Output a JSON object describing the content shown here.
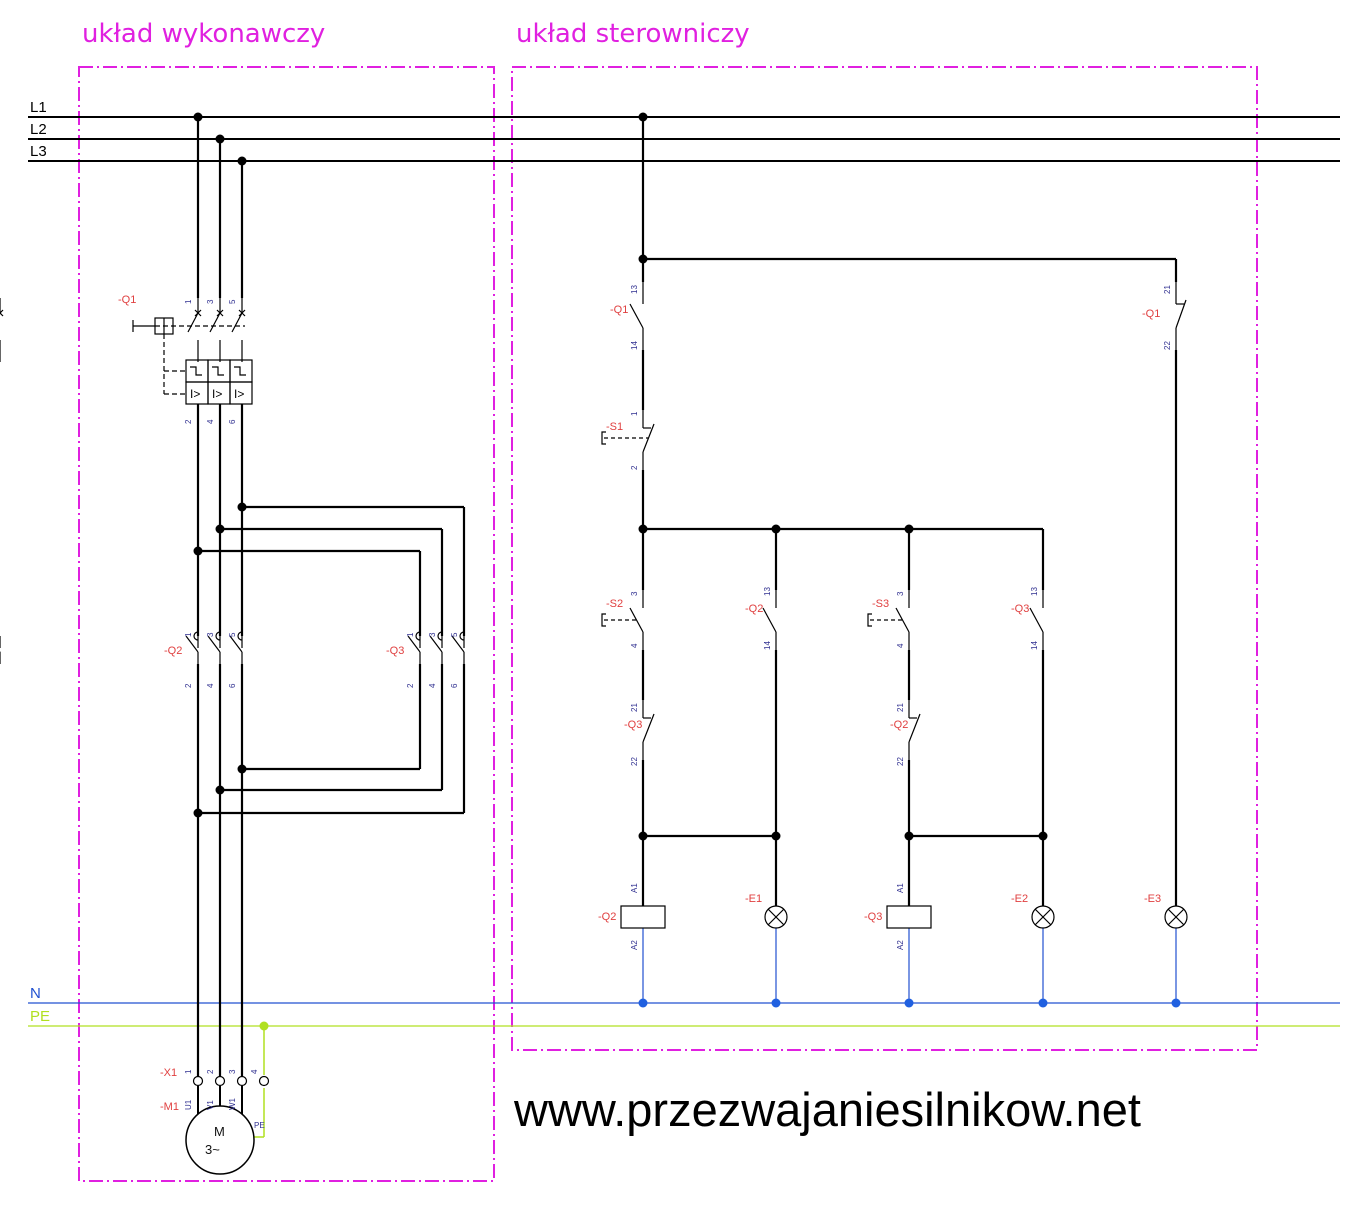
{
  "sections": {
    "power": "układ wykonawczy",
    "control": "układ sterowniczy"
  },
  "rails": [
    "L1",
    "L2",
    "L3",
    "N",
    "PE"
  ],
  "refs": {
    "power_breaker": "-Q1",
    "power_q2": "-Q2",
    "power_q3": "-Q3",
    "terminal": "-X1",
    "motor": "-M1",
    "ctrl_q1_no": "-Q1",
    "ctrl_q1_nc": "-Q1",
    "s1": "-S1",
    "s2": "-S2",
    "q2_aux": "-Q2",
    "s3": "-S3",
    "q3_aux": "-Q3",
    "q3_nc": "-Q3",
    "q2_nc": "-Q2",
    "coil_q2": "-Q2",
    "coil_q3": "-Q3",
    "e1": "-E1",
    "e2": "-E2",
    "e3": "-E3"
  },
  "terminals": {
    "q1_top": [
      "1",
      "3",
      "5"
    ],
    "q1_bot": [
      "2",
      "4",
      "6"
    ],
    "q2_top": [
      "1",
      "3",
      "5"
    ],
    "q2_bot": [
      "2",
      "4",
      "6"
    ],
    "q3_top": [
      "1",
      "3",
      "5"
    ],
    "q3_bot": [
      "2",
      "4",
      "6"
    ],
    "x1": [
      "1",
      "2",
      "3",
      "4"
    ],
    "motor": [
      "U1",
      "V1",
      "W1",
      "PE"
    ],
    "no": [
      "13",
      "14"
    ],
    "nc": [
      "21",
      "22"
    ],
    "s1": [
      "1",
      "2"
    ],
    "s_start": [
      "3",
      "4"
    ],
    "coil": [
      "A1",
      "A2"
    ]
  },
  "motor": {
    "line1": "M",
    "line2": "3~"
  },
  "website": "www.przezwajaniesilnikow.net",
  "colors": {
    "frame": "#e020e0",
    "wire": "#000000",
    "neutral": "#2050d0",
    "pe": "#b0e020",
    "ref": "#e04040",
    "term": "#303090"
  }
}
